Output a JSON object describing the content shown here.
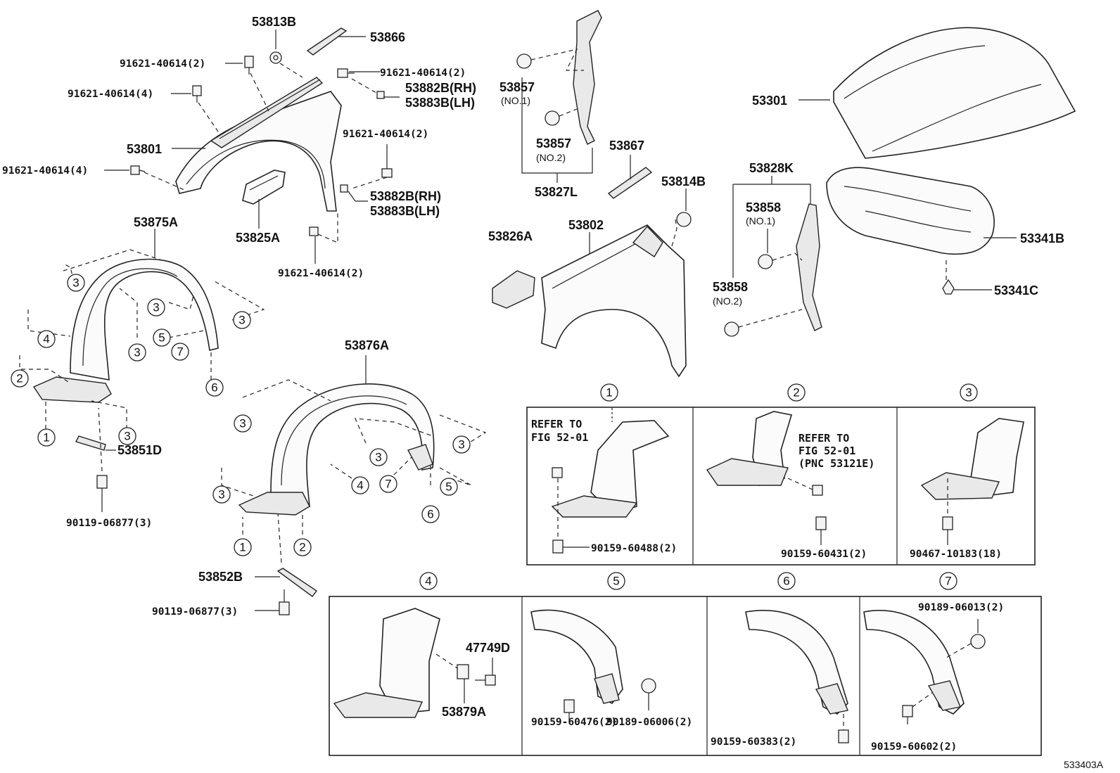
{
  "parts": {
    "p53813B": "53813B",
    "p53866": "53866",
    "p91621_2a": "91621-40614(2)",
    "p91621_2b": "91621-40614(2)",
    "p91621_4a": "91621-40614(4)",
    "p91621_2c": "91621-40614(2)",
    "p91621_4b": "91621-40614(4)",
    "p91621_2d": "91621-40614(2)",
    "p53882B_rh_a": "53882B(RH)",
    "p53883B_lh_a": "53883B(LH)",
    "p53882B_rh_b": "53882B(RH)",
    "p53883B_lh_b": "53883B(LH)",
    "p53801": "53801",
    "p53825A": "53825A",
    "p53875A": "53875A",
    "p53851D": "53851D",
    "p90119_a": "90119-06877(3)",
    "p53876A": "53876A",
    "p53852B": "53852B",
    "p90119_b": "90119-06877(3)",
    "p53857_1": "53857",
    "p53857_1_note": "(NO.1)",
    "p53857_2": "53857",
    "p53857_2_note": "(NO.2)",
    "p53827L": "53827L",
    "p53867": "53867",
    "p53814B": "53814B",
    "p53802": "53802",
    "p53826A": "53826A",
    "p53301": "53301",
    "p53828K": "53828K",
    "p53858_1": "53858",
    "p53858_1_note": "(NO.1)",
    "p53858_2": "53858",
    "p53858_2_note": "(NO.2)",
    "p53341B": "53341B",
    "p53341C": "53341C",
    "p47749D": "47749D",
    "p53879A": "53879A",
    "p90159_60488": "90159-60488(2)",
    "p90159_60431": "90159-60431(2)",
    "p90467_10183": "90467-10183(18)",
    "p90159_60476": "90159-60476(2)",
    "p90189_06006": "90189-06006(2)",
    "p90159_60383": "90159-60383(2)",
    "p90189_06013": "90189-06013(2)",
    "p90159_60602": "90159-60602(2)"
  },
  "refs": {
    "box1_line1": "REFER TO",
    "box1_line2": "FIG 52-01",
    "box2_line1": "REFER TO",
    "box2_line2": "FIG 52-01",
    "box2_line3": "(PNC 53121E)"
  },
  "detail_numbers": [
    "1",
    "2",
    "3",
    "4",
    "5",
    "6",
    "7"
  ],
  "figure_code": "533403A"
}
